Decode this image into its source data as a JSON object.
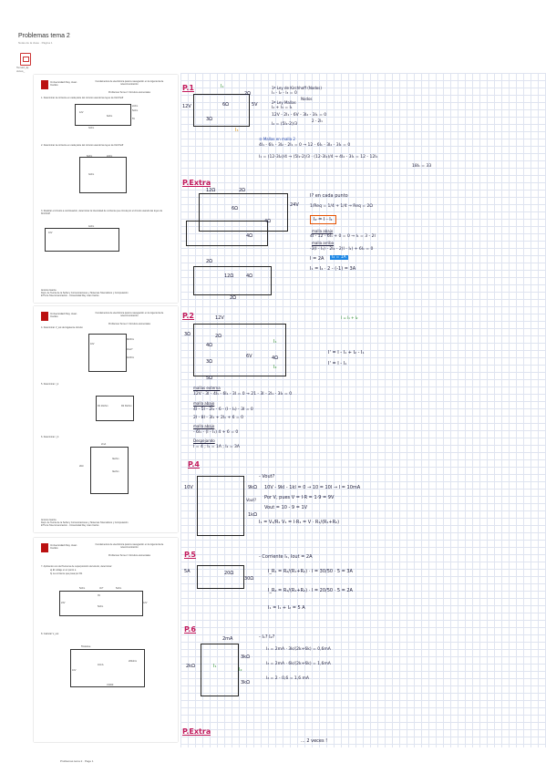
{
  "app": {
    "title": "Problemas tema 2",
    "subtitle": "Notas de la clase · Página 1",
    "attachment_name": "Tema2_Ej\ncicios_"
  },
  "left_pages": [
    {
      "header": "Fundamentos de electrónica para la navegación en la ingeniería de telecomunicación",
      "subheader": "Problemas Tema 2: Circuitos elementales",
      "logo": "Universidad Rey Juan Carlos",
      "items": [
        "1.  Determinar la corriente en cada parte del circuito usando las leyes de Kirchhoff",
        "2.  Determinar la corriente en cada parte del circuito usando las leyes de Kirchhoff",
        "3.  Realizar el circuito a continuación, determinar la intensidad de corriente que circula por el circuito usando las leyes de Kirchhoff"
      ],
      "labels": [
        "12V",
        "6ohm",
        "2ohm",
        "5ohm",
        "3ohm",
        "5V",
        "6ohm",
        "2ohm",
        "3ohm",
        "10V",
        "4ohm"
      ],
      "footer": "Antonio Garcia\nDept. de Teoría de la Señal y Comunicaciones y Sistemas Telemáticos y Computación\nETS de Telecomunicación - Universidad Rey Juan Carlos"
    },
    {
      "header": "Fundamentos de electrónica para la navegación en la ingeniería de telecomunicación",
      "subheader": "Problemas Tema 2: Circuitos elementales",
      "logo": "Universidad Rey Juan Carlos",
      "items": [
        "4.  Determinar V_out del siguiente circuito",
        "5.  Determinar I_k",
        "6.  Determinar I_b"
      ],
      "labels": [
        "10V",
        "9kOhm",
        "Vout?",
        "1kOhm",
        "R1 20ohm",
        "R2 30ohm",
        "2mA",
        "3kohm",
        "3kohm",
        "2kΩ"
      ],
      "footer": "Antonio Garcia\nDept. de Teoría de la Señal y Comunicaciones y Sistemas Telemáticos y Computación\nETS de Telecomunicación - Universidad Rey Juan Carlos"
    },
    {
      "header": "Fundamentos de electrónica para la navegación en la ingeniería de telecomunicación",
      "subheader": "Problemas Tema 2: Circuitos elementales",
      "logo": "Universidad Rey Juan Carlos",
      "items": [
        "7.  Aplicando uno del Teorema de superposición del efecto, determinar:",
        "a) El voltaje en el punto a",
        "b) La corriente que pasa por R1",
        "8.  Calcular V_out"
      ],
      "labels": [
        "5ohm",
        "Vo?",
        "5ohm",
        "24V",
        "12V",
        "3V",
        "5ohm",
        "5Vdeluxe",
        "10mA",
        "10V",
        "200ohm",
        "V1000"
      ]
    }
  ],
  "notes": {
    "p1": {
      "title": "P.1",
      "lines": [
        "1ª Ley de Kirchhoff (Nodos)",
        "I₁ - I₂ - I₃ = 0",
        "Nodos",
        "2ª Ley Mallas",
        "I₂ + I₃ = I₁",
        "I₂ = (5I₁-2)/3",
        "12V - 2I₁ - 6V - 3I₂ - 3I₁ = 0",
        "2 - 2I₁",
        "③ Mallas en malla 2",
        "4I₁ - 6I₁ - 3I₂ - 2I₁ = 0  →  12 - 6I₁ - 3I₂ - 3I₁ = 0",
        "I₁ = (12-3I₂)/4  →  (5I₁-2)/3 · (12-3I₂)/4  →  4I₂ - 3I₁ = 12 - 12I₁",
        "18I₁ = 33"
      ],
      "circuit": [
        "2Ω",
        "I₁",
        "6Ω",
        "5V",
        "12V",
        "3Ω",
        "I₃"
      ]
    },
    "pextra1": {
      "title": "P.Extra",
      "lines": [
        "I? en cada punto",
        "1/Req = 1/4 + 1/4 → Req = 2Ω",
        "I₂ = I - I₁",
        "malla abajo",
        "4I - 12 - 6I₁ + 0 = 0  →  I₁ = 3 - 2I",
        "malla arriba",
        "-3(I - I₁) - 2I₂ - 2(I - I₁) + 6I₁ = 0",
        "I = 2A",
        "I₂ = 1A",
        "I₁ = I₂ · 2 - (-1) = 3A"
      ],
      "circuit": [
        "12Ω",
        "2Ω",
        "6Ω",
        "4Ω",
        "4Ω",
        "24V",
        "2Ω",
        "12Ω",
        "4Ω",
        "2Ω"
      ]
    },
    "p2": {
      "title": "P.2",
      "lines": [
        "I = I₁ + I₂",
        "I' = I - I₁ + I₂ - I₁",
        "I' = I - I₁",
        "mallas externa",
        "12V - 3I - 4I₁ - 6I₁ - 3I = 0  →  21 - 3I - 2I₁ - 3I₁ = 0",
        "malla abajo",
        "4I - 5I - 2I₁ - 6 - (I - I₁) - 3I = 0",
        "2I - 8I - 3I₁ + 2I₁ + 6 = 0",
        "malla abajo",
        "- 6I₁ - (I - I₁) 4 + 6 = 0",
        "Despejando",
        "I = 4 ;  I₁ = 1A ;  I₂ = 3A"
      ],
      "circuit": [
        "12V",
        "3Ω",
        "2Ω",
        "4Ω",
        "6V",
        "4Ω",
        "3Ω",
        "5Ω",
        "I₁",
        "I₂"
      ]
    },
    "p4": {
      "title": "P.4",
      "lines": [
        "- Vout?",
        "10V - 9kI - 1kI = 0  →  10 = 10I  →  I = 10mA",
        "Por V, pues V = I·R = 1·9 = 9V",
        "Vout = 10 - 9 = 1V",
        "I₁ = V₁/R₁      V₁ = I·R₁ = V · R₁/(R₁+R₂)"
      ],
      "circuit": [
        "10V",
        "9kΩ",
        "Vout?",
        "1kΩ"
      ]
    },
    "p5": {
      "title": "P.5",
      "lines": [
        "- Corriente I₁, Iout = 2A",
        "I_R₁ = R₂/(R₁+R₂) · I = 30/50 · 5 = 3A",
        "I_R₂ = R₁/(R₁+R₂) · I = 20/50 · 5 = 2A",
        "I₁ = I₁ + I₂ = 5 A"
      ],
      "circuit": [
        "5A",
        "20Ω",
        "30Ω"
      ]
    },
    "p6": {
      "title": "P.6",
      "lines": [
        "- I₁?  I₂?",
        "I₁ = 2mA · 3k/(2k+6k) = 0,6mA",
        "I₂ = 2mA · 6k/(2k+6k) = 1,6mA",
        "I₂ = 2 - 0,6 = 1,6 mA"
      ],
      "circuit": [
        "2mA",
        "2kΩ",
        "3kΩ",
        "3kΩ",
        "I₁",
        "I₂"
      ]
    },
    "pextra2": {
      "title": "P.Extra",
      "lines": [
        "... 2 veces !"
      ]
    }
  },
  "bottom_label": "Problemas tema 2 · Page 1"
}
